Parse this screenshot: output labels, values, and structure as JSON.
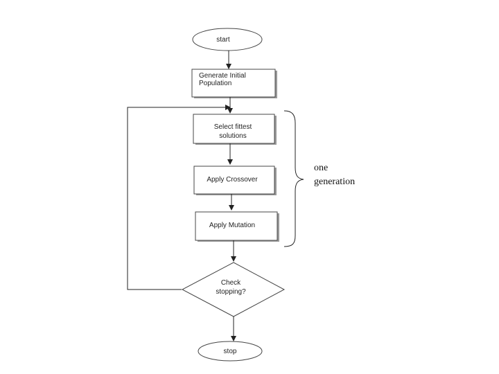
{
  "nodes": {
    "start": {
      "label": "start"
    },
    "generate": {
      "line1": "Generate Initial",
      "line2": "Population"
    },
    "select": {
      "line1": "Select fittest",
      "line2": "solutions"
    },
    "crossover": {
      "label": "Apply Crossover"
    },
    "mutation": {
      "label": "Apply Mutation"
    },
    "check": {
      "line1": "Check",
      "line2": "stopping?"
    },
    "stop": {
      "label": "stop"
    }
  },
  "brace_label": {
    "line1": "one",
    "line2": "generation"
  }
}
